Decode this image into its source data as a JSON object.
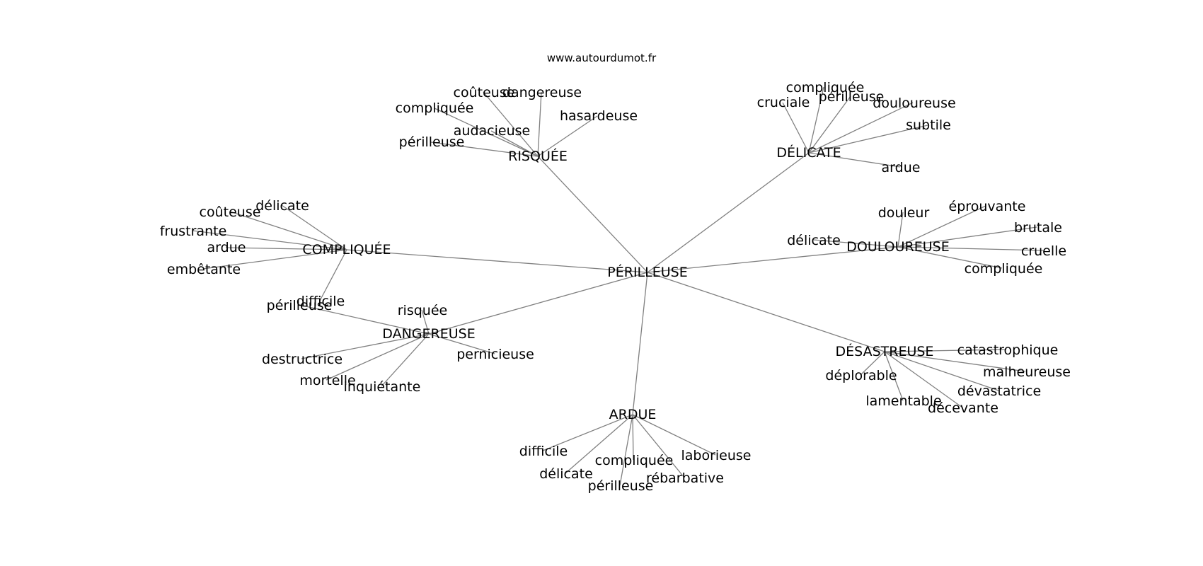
{
  "credit": "www.autourdumot.fr",
  "center": "PÉRILLEUSE",
  "groups": [
    {
      "label": "RISQUÉE",
      "words": [
        "coûteuse",
        "dangereuse",
        "compliquée",
        "hasardeuse",
        "audacieuse",
        "périlleuse"
      ]
    },
    {
      "label": "DÉLICATE",
      "words": [
        "compliquée",
        "cruciale",
        "périlleuse",
        "douloureuse",
        "subtile",
        "ardue"
      ]
    },
    {
      "label": "COMPLIQUÉE",
      "words": [
        "délicate",
        "coûteuse",
        "frustrante",
        "ardue",
        "embêtante",
        "difficile"
      ]
    },
    {
      "label": "DOULOUREUSE",
      "words": [
        "douleur",
        "éprouvante",
        "brutale",
        "délicate",
        "cruelle",
        "compliquée"
      ]
    },
    {
      "label": "DANGEREUSE",
      "words": [
        "périlleuse",
        "risquée",
        "destructrice",
        "pernicieuse",
        "mortelle",
        "inquiétante"
      ]
    },
    {
      "label": "DÉSASTREUSE",
      "words": [
        "catastrophique",
        "malheureuse",
        "déplorable",
        "dévastatrice",
        "lamentable",
        "décevante"
      ]
    },
    {
      "label": "ARDUE",
      "words": [
        "difficile",
        "laborieuse",
        "compliquée",
        "délicate",
        "rébarbative",
        "périlleuse"
      ]
    }
  ]
}
